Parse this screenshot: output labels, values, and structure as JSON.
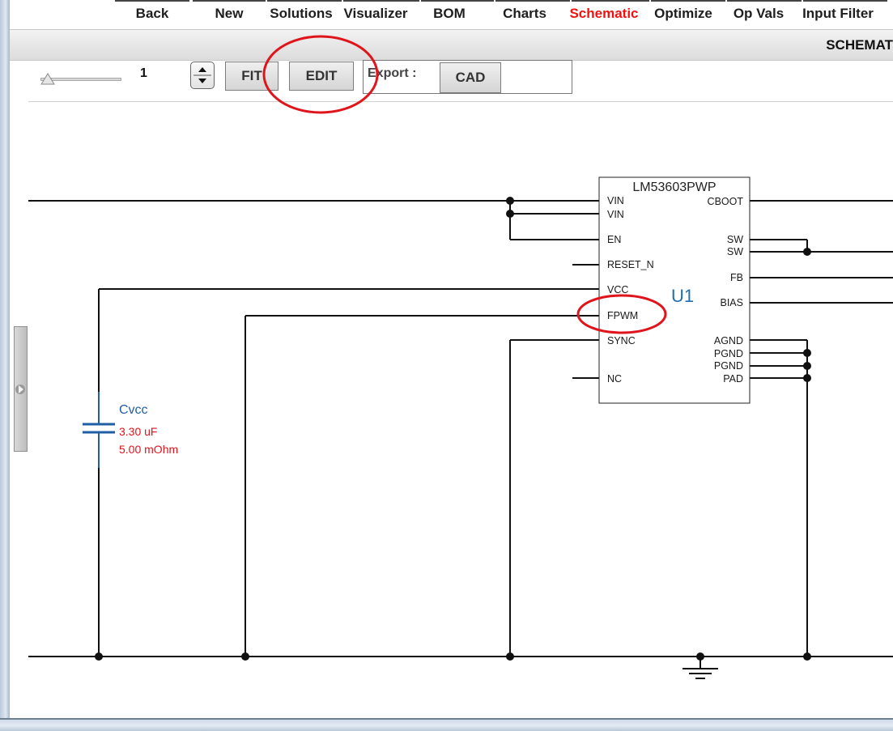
{
  "menu": {
    "items": [
      {
        "label": "Back",
        "active": false
      },
      {
        "label": "New",
        "active": false
      },
      {
        "label": "Solutions",
        "active": false
      },
      {
        "label": "Visualizer",
        "active": false
      },
      {
        "label": "BOM",
        "active": false
      },
      {
        "label": "Charts",
        "active": false
      },
      {
        "label": "Schematic",
        "active": true
      },
      {
        "label": "Optimize",
        "active": false
      },
      {
        "label": "Op Vals",
        "active": false
      },
      {
        "label": "Input Filter",
        "active": false
      }
    ]
  },
  "page_title": "SCHEMAT",
  "toolbar": {
    "zoom_value": "1",
    "fit_label": "FIT",
    "edit_label": "EDIT",
    "export_label": "Export :",
    "cad_label": "CAD"
  },
  "component": {
    "part_number": "LM53603PWP",
    "designator": "U1",
    "left_pins": [
      "VIN",
      "VIN",
      "EN",
      "RESET_N",
      "VCC",
      "FPWM",
      "SYNC",
      "NC"
    ],
    "right_pins": [
      "CBOOT",
      "SW",
      "SW",
      "FB",
      "BIAS",
      "AGND",
      "PGND",
      "PGND",
      "PAD"
    ]
  },
  "capacitor": {
    "name": "Cvcc",
    "capacitance": "3.30 uF",
    "esr": "5.00 mOhm"
  },
  "colors": {
    "active_menu": "#f21010",
    "annotation": "#e0141b",
    "designator": "#1f6fb5",
    "cap_value": "#e0141b"
  },
  "icons": {
    "side_handle": "play-triangle-icon",
    "spinner": "up-down-spinner-icon",
    "ground": "ground-symbol-icon"
  }
}
